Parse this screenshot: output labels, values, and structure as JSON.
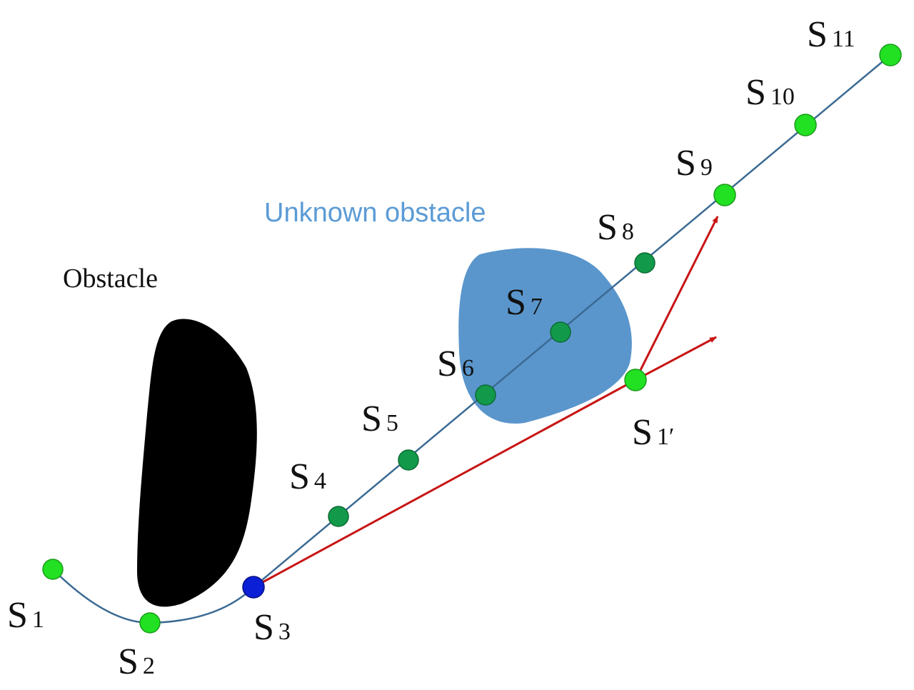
{
  "colors": {
    "path_line": "#3a6a93",
    "detour_arrow": "#c81414",
    "waypoint_bright": "#22e022",
    "waypoint_dark": "#129a4a",
    "current_waypoint": "#0a1fd6",
    "obstacle_known": "#000000",
    "obstacle_unknown": "#5a96cc",
    "unknown_label": "#5b9bd5"
  },
  "labels": {
    "obstacle": "Obstacle",
    "unknown_obstacle": "Unknown obstacle"
  },
  "waypoints": [
    {
      "letter": "S",
      "sub": "1"
    },
    {
      "letter": "S",
      "sub": "2"
    },
    {
      "letter": "S",
      "sub": "3"
    },
    {
      "letter": "S",
      "sub": "4"
    },
    {
      "letter": "S",
      "sub": "5"
    },
    {
      "letter": "S",
      "sub": "6"
    },
    {
      "letter": "S",
      "sub": "7"
    },
    {
      "letter": "S",
      "sub": "8"
    },
    {
      "letter": "S",
      "sub": "9"
    },
    {
      "letter": "S",
      "sub": "10"
    },
    {
      "letter": "S",
      "sub": "11"
    },
    {
      "letter": "S",
      "sub": "1′"
    }
  ]
}
